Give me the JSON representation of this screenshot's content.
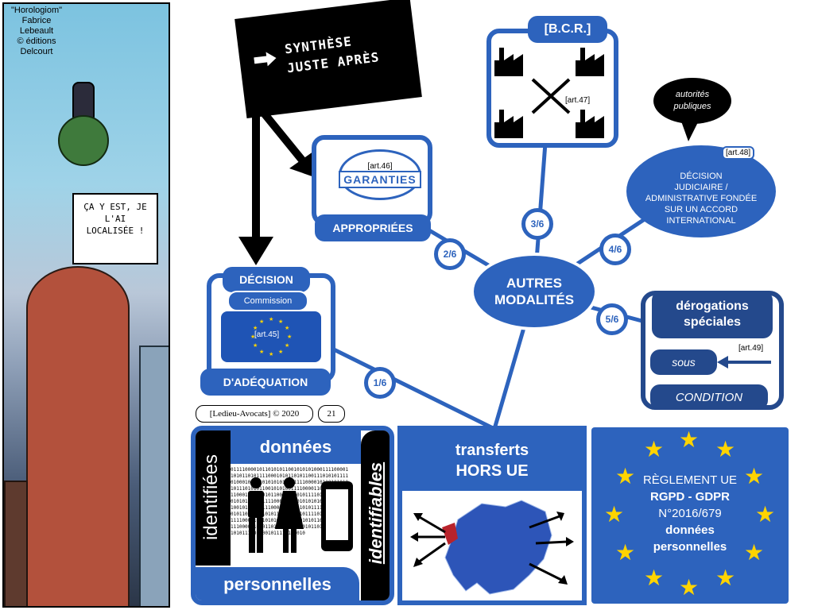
{
  "comic": {
    "credit_title": "\"Horologiom\"",
    "credit_author": "Fabrice Lebeault",
    "credit_publisher": "© éditions Delcourt",
    "bubble": "ÇA Y EST, JE L'AI LOCALISÉE !"
  },
  "synthese": {
    "line1": "SYNTHÈSE",
    "line2": "JUSTE APRÈS"
  },
  "bcr": {
    "title": "[B.C.R.]",
    "art": "[art.47]",
    "step": "3/6"
  },
  "garanties": {
    "art": "[art.46]",
    "stamp": "GARANTIES",
    "label": "APPROPRIÉES",
    "step": "2/6"
  },
  "autorites": {
    "line1": "autorités",
    "line2": "publiques"
  },
  "decision_judiciaire": {
    "art": "[art.48]",
    "line1": "DÉCISION",
    "line2": "JUDICIAIRE /",
    "line3": "ADMINISTRATIVE FONDÉE",
    "line4": "SUR UN ACCORD",
    "line5": "INTERNATIONAL",
    "step": "4/6"
  },
  "autres": {
    "line1": "AUTRES",
    "line2": "MODALITÉS"
  },
  "adequation": {
    "top": "DÉCISION",
    "commission": "Commission",
    "art": "[art.45]",
    "bottom": "D'ADÉQUATION",
    "step": "1/6"
  },
  "derogations": {
    "line1": "dérogations",
    "line2": "spéciales",
    "sous": "sous",
    "art": "[art.49]",
    "condition": "CONDITION",
    "step": "5/6"
  },
  "footer": {
    "copyright": "[Ledieu-Avocats] © 2020",
    "page": "21"
  },
  "donnees": {
    "title": "données",
    "left": "identifiées",
    "right": "identifiables",
    "bottom": "personnelles",
    "binary": "0111100001011010101100101010100011110000110101101011110001010110101100111010101111010001011110101010100011110000101101010101011101010110010101001111000011010110101111000101011010110011101010111101000101111010101010001111000010110101010101110101011001010100111100001101011010111100010101101011001110101011110100010111101010101000111100001011010101010111010101100101010011110000110101101011110001010110101100111010101111010001011110101010"
  },
  "transferts": {
    "line1": "transferts",
    "line2": "HORS UE"
  },
  "reglement": {
    "line1": "RÈGLEMENT UE",
    "line2": "RGPD - GDPR",
    "line3": "N°2016/679",
    "line4": "données",
    "line5": "personnelles"
  },
  "colors": {
    "primary": "#2d63bd",
    "dark": "#24498c",
    "star": "#ffd400",
    "black": "#000000"
  }
}
